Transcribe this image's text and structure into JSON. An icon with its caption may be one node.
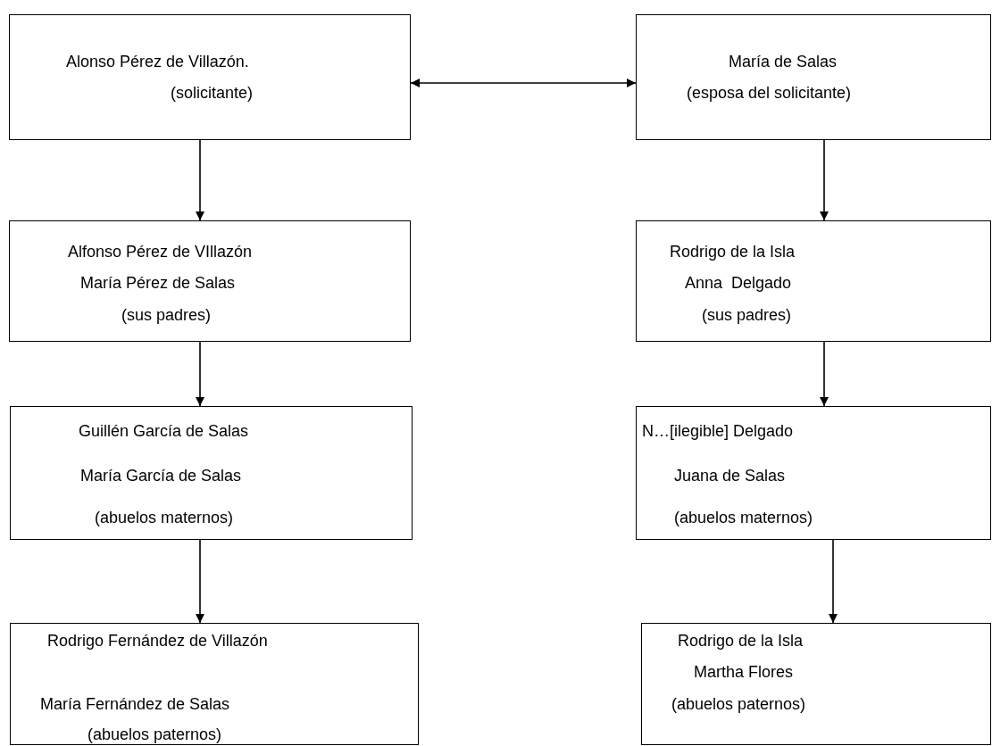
{
  "diagram": {
    "nodes": [
      {
        "text": [
          "Alonso Pérez de Villazón.",
          "(solicitante)"
        ]
      },
      {
        "text": [
          "María de Salas",
          "(esposa del solicitante)"
        ]
      },
      {
        "text": [
          "Alfonso Pérez de VIllazón",
          "María Pérez de Salas",
          "(sus padres)"
        ]
      },
      {
        "text": [
          "Rodrigo de la Isla",
          "Anna  Delgado",
          "(sus padres)"
        ]
      },
      {
        "text": [
          "Guillén García de Salas",
          "María García de Salas",
          "(abuelos maternos)"
        ]
      },
      {
        "text": [
          "N…[ilegible] Delgado",
          "Juana de Salas",
          "(abuelos maternos)"
        ]
      },
      {
        "text": [
          "Rodrigo Fernández de Villazón",
          "María Fernández de Salas",
          "(abuelos paternos)"
        ]
      },
      {
        "text": [
          "Rodrigo de la Isla",
          "Martha Flores",
          "(abuelos paternos)"
        ]
      }
    ],
    "edges": [
      {
        "from": 0,
        "to": 1,
        "arrow": "both"
      },
      {
        "from": 0,
        "to": 2,
        "arrow": "to"
      },
      {
        "from": 1,
        "to": 3,
        "arrow": "to"
      },
      {
        "from": 2,
        "to": 4,
        "arrow": "to"
      },
      {
        "from": 3,
        "to": 5,
        "arrow": "to"
      },
      {
        "from": 4,
        "to": 6,
        "arrow": "to"
      },
      {
        "from": 5,
        "to": 7,
        "arrow": "to"
      }
    ]
  }
}
